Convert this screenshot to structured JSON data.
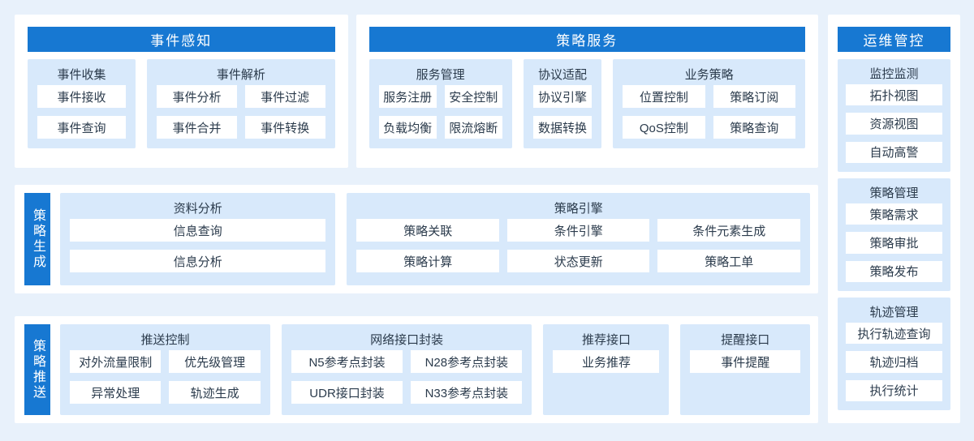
{
  "colors": {
    "page_bg": "#e8f1fb",
    "panel_bg": "#ffffff",
    "group_bg": "#d8e9fb",
    "accent": "#1778d2",
    "accent_text": "#ffffff",
    "text": "#2b3b4c"
  },
  "top": {
    "event_perception": {
      "title": "事件感知",
      "groups": [
        {
          "title": "事件收集",
          "items": [
            "事件接收",
            "事件查询"
          ]
        },
        {
          "title": "事件解析",
          "items": [
            "事件分析",
            "事件过滤",
            "事件合并",
            "事件转换"
          ]
        }
      ]
    },
    "policy_service": {
      "title": "策略服务",
      "groups": [
        {
          "title": "服务管理",
          "items": [
            "服务注册",
            "安全控制",
            "负载均衡",
            "限流熔断"
          ]
        },
        {
          "title": "协议适配",
          "items": [
            "协议引擎",
            "数据转换"
          ]
        },
        {
          "title": "业务策略",
          "items": [
            "位置控制",
            "策略订阅",
            "QoS控制",
            "策略查询"
          ]
        }
      ]
    }
  },
  "generation": {
    "label": "策略生成",
    "groups": [
      {
        "title": "资料分析",
        "items": [
          "信息查询",
          "信息分析"
        ]
      },
      {
        "title": "策略引擎",
        "items": [
          "策略关联",
          "条件引擎",
          "条件元素生成",
          "策略计算",
          "状态更新",
          "策略工单"
        ]
      }
    ]
  },
  "push": {
    "label": "策略推送",
    "groups": [
      {
        "title": "推送控制",
        "items": [
          "对外流量限制",
          "优先级管理",
          "异常处理",
          "轨迹生成"
        ]
      },
      {
        "title": "网络接口封装",
        "items": [
          "N5参考点封装",
          "N28参考点封装",
          "UDR接口封装",
          "N33参考点封装"
        ]
      },
      {
        "title": "推荐接口",
        "items": [
          "业务推荐"
        ]
      },
      {
        "title": "提醒接口",
        "items": [
          "事件提醒"
        ]
      }
    ]
  },
  "ops": {
    "title": "运维管控",
    "groups": [
      {
        "title": "监控监测",
        "items": [
          "拓扑视图",
          "资源视图",
          "自动高警"
        ]
      },
      {
        "title": "策略管理",
        "items": [
          "策略需求",
          "策略审批",
          "策略发布"
        ]
      },
      {
        "title": "轨迹管理",
        "items": [
          "执行轨迹查询",
          "轨迹归档",
          "执行统计"
        ]
      }
    ]
  }
}
